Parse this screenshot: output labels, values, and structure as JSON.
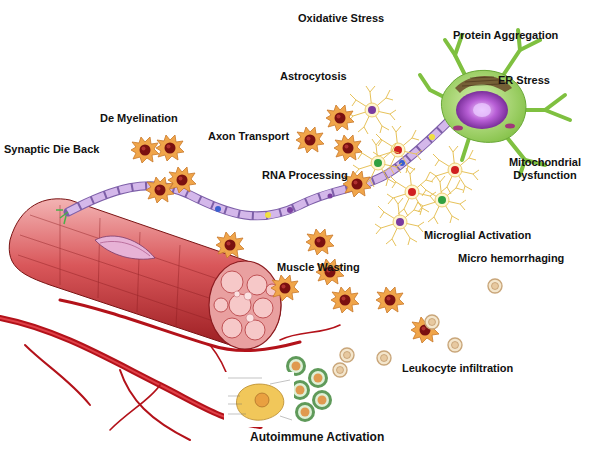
{
  "diagram": {
    "labels": [
      "Oxidative Stress",
      "Protein Aggregation",
      "Astrocytosis",
      "ER Stress",
      "De Myelination",
      "Axon Transport",
      "Synaptic Die Back",
      "Mitochondrial Dysfunction",
      "RNA Processing",
      "Microglial Activation",
      "Micro hemorrhaging",
      "Muscle Wasting",
      "Leukocyte infiltration",
      "Autoimmune Activation"
    ]
  }
}
